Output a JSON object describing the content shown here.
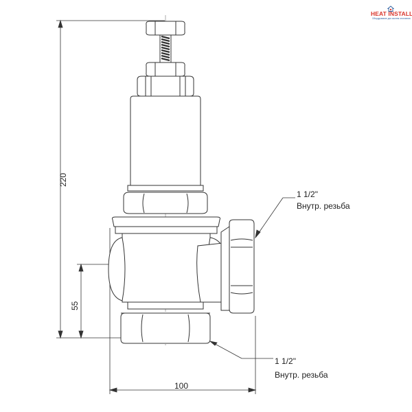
{
  "logo": {
    "text": "HEAT INSTALL",
    "subtitle": "Оборудование для систем отопления",
    "brand_color": "#d9352b",
    "accent_color": "#2a5d9f"
  },
  "dimensions": {
    "height_total": "220",
    "height_lower": "55",
    "width": "100"
  },
  "callouts": {
    "side_outlet": {
      "size": "1 1/2\"",
      "thread": "Внутр. резьба"
    },
    "bottom_inlet": {
      "size": "1 1/2\"",
      "thread": "Внутр. резьба"
    }
  },
  "colors": {
    "line": "#333333",
    "center_line": "#888888",
    "spring": "#444444"
  }
}
